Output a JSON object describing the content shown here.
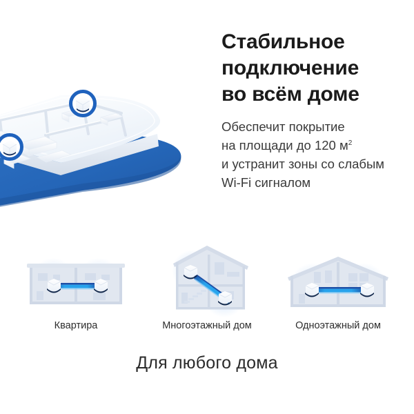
{
  "hero": {
    "headline_lines": [
      "Стабильное",
      "подключение",
      "во всём доме"
    ],
    "body_lines": [
      "Обеспечит покрытие",
      "на площади до 120 м",
      "и устранит зоны со слабым",
      "Wi-Fi сигналом"
    ],
    "body_superscript": "2",
    "illustration_name": "isometric-apartment-floorplan",
    "device_badge_count": 2
  },
  "scenarios": {
    "items": [
      {
        "caption": "Квартира",
        "art": "apartment-cutaway",
        "devices": 2,
        "link_direction": "horizontal"
      },
      {
        "caption": "Многоэтажный дом",
        "art": "multistory-house-cutaway",
        "devices": 2,
        "link_direction": "diagonal"
      },
      {
        "caption": "Одноэтажный дом",
        "art": "single-story-house-cutaway",
        "devices": 2,
        "link_direction": "horizontal"
      }
    ]
  },
  "footer": {
    "tagline": "Для любого дома"
  },
  "colors": {
    "brand_blue": "#2566b8",
    "beam_cyan": "#29a8ef",
    "beam_navy": "#1c3f8f",
    "building_fill": "#dfe5ef",
    "glow_blue": "#d8e8fb",
    "headline": "#1b1b1b",
    "body_text": "#3a3a3a",
    "background": "#ffffff"
  }
}
